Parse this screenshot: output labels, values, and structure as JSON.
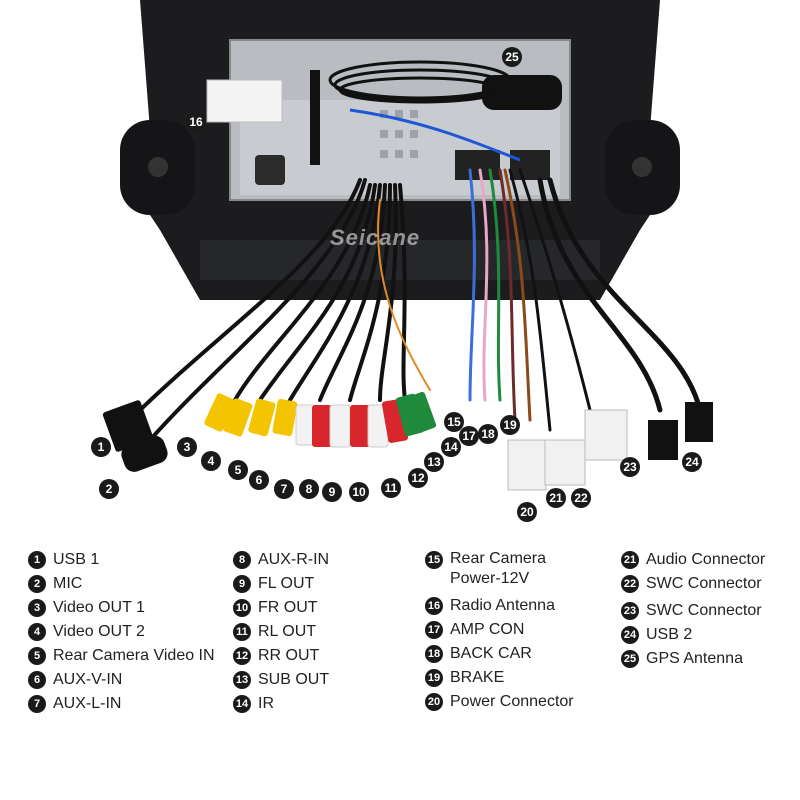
{
  "watermark": "Seicane",
  "legend": [
    [
      {
        "num": "1",
        "label": "USB 1"
      },
      {
        "num": "2",
        "label": "MIC"
      },
      {
        "num": "3",
        "label": "Video OUT 1"
      },
      {
        "num": "4",
        "label": "Video OUT 2"
      },
      {
        "num": "5",
        "label": "Rear Camera Video IN"
      },
      {
        "num": "6",
        "label": "AUX-V-IN"
      },
      {
        "num": "7",
        "label": "AUX-L-IN"
      }
    ],
    [
      {
        "num": "8",
        "label": "AUX-R-IN"
      },
      {
        "num": "9",
        "label": "FL OUT"
      },
      {
        "num": "10",
        "label": "FR OUT"
      },
      {
        "num": "11",
        "label": "RL OUT"
      },
      {
        "num": "12",
        "label": "RR OUT"
      },
      {
        "num": "13",
        "label": "SUB OUT"
      },
      {
        "num": "14",
        "label": "IR"
      }
    ],
    [
      {
        "num": "15",
        "label": "Rear Camera\nPower-12V"
      },
      {
        "num": "16",
        "label": "Radio Antenna"
      },
      {
        "num": "17",
        "label": "AMP CON"
      },
      {
        "num": "18",
        "label": "BACK CAR"
      },
      {
        "num": "19",
        "label": "BRAKE"
      },
      {
        "num": "20",
        "label": "Power Connector"
      }
    ],
    [
      {
        "num": "21",
        "label": "Audio Connector"
      },
      {
        "num": "22",
        "label": "SWC Connector"
      },
      {
        "num": "23",
        "label": "SWC Connector"
      },
      {
        "num": "24",
        "label": "USB 2"
      },
      {
        "num": "25",
        "label": "GPS Antenna"
      }
    ]
  ],
  "markers": [
    "1",
    "2",
    "3",
    "4",
    "5",
    "6",
    "7",
    "8",
    "9",
    "10",
    "11",
    "12",
    "13",
    "14",
    "15",
    "16",
    "17",
    "18",
    "19",
    "20",
    "21",
    "22",
    "23",
    "24",
    "25"
  ],
  "colors": {
    "yellow": "#f5c400",
    "red": "#d8262c",
    "white": "#f2f2f2",
    "green": "#1f8a3b",
    "black": "#111111"
  }
}
